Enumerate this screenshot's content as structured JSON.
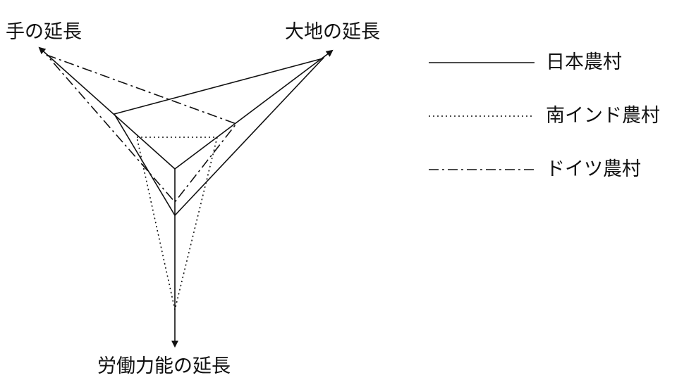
{
  "axes": {
    "hand": "手の延長",
    "land": "大地の延長",
    "labor": "労働力能の延長"
  },
  "legend": {
    "items": [
      {
        "label": "日本農村",
        "style": "solid"
      },
      {
        "label": "南インド農村",
        "style": "dotted"
      },
      {
        "label": "ドイツ農村",
        "style": "dash-dot"
      }
    ]
  },
  "colors": {
    "ink": "#111111",
    "background": "#ffffff"
  }
}
